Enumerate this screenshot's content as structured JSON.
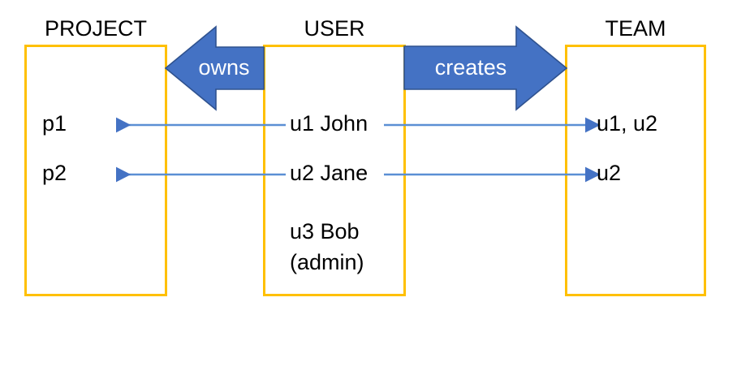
{
  "diagram": {
    "title": "USER owns PROJECT and creates TEAM",
    "colors": {
      "entity_border": "#FFC000",
      "block_arrow_fill": "#4472C4",
      "block_arrow_stroke": "#2F528F",
      "connector_line": "#5B8FD4",
      "text": "#000000",
      "arrow_label_text": "#FFFFFF",
      "background": "#FFFFFF"
    }
  },
  "entities": {
    "project": {
      "title": "PROJECT",
      "rows": [
        {
          "id": "p1",
          "label": "p1"
        },
        {
          "id": "p2",
          "label": "p2"
        }
      ]
    },
    "user": {
      "title": "USER",
      "rows": [
        {
          "id": "u1",
          "label": "u1 John"
        },
        {
          "id": "u2",
          "label": "u2 Jane"
        },
        {
          "id": "u3",
          "label": "u3 Bob"
        },
        {
          "id": "u3role",
          "label": "(admin)"
        }
      ]
    },
    "team": {
      "title": "TEAM",
      "rows": [
        {
          "id": "t1",
          "label": "u1, u2"
        },
        {
          "id": "t2",
          "label": "u2"
        }
      ]
    }
  },
  "relationships": {
    "owns": {
      "label": "owns",
      "direction": "left",
      "from": "USER",
      "to": "PROJECT"
    },
    "creates": {
      "label": "creates",
      "direction": "right",
      "from": "USER",
      "to": "TEAM"
    }
  },
  "connectors": [
    {
      "id": "u1-to-p1",
      "from": "u1 John",
      "to": "p1",
      "direction": "left"
    },
    {
      "id": "u2-to-p2",
      "from": "u2 Jane",
      "to": "p2",
      "direction": "left"
    },
    {
      "id": "u1-to-t1",
      "from": "u1 John",
      "to": "u1, u2",
      "direction": "right"
    },
    {
      "id": "u2-to-t2",
      "from": "u2 Jane",
      "to": "u2",
      "direction": "right"
    }
  ]
}
